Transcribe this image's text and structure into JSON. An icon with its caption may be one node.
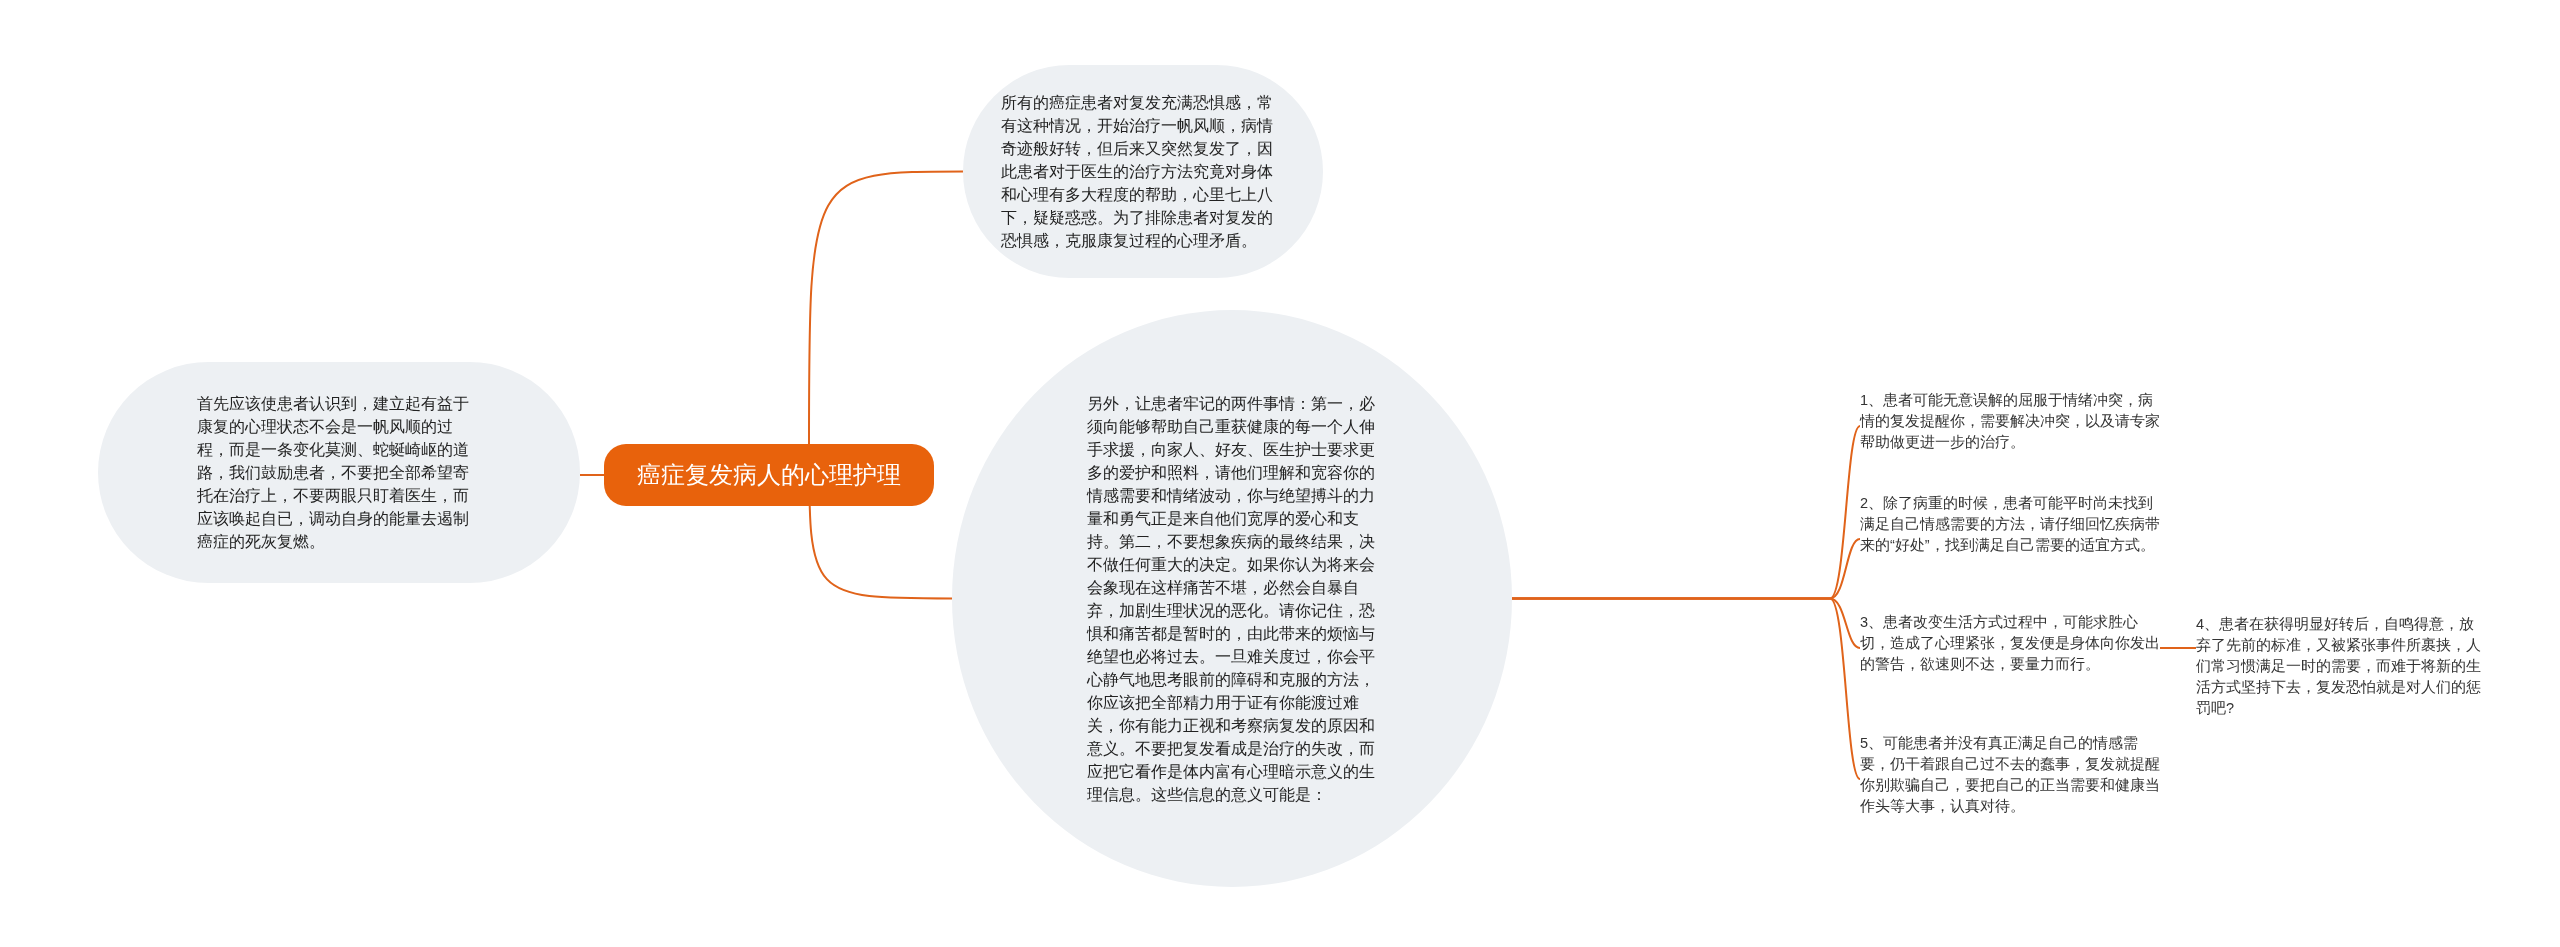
{
  "diagram": {
    "nodes": [
      {
        "text": [
          "癌症复发病人的心理护理"
        ]
      },
      {
        "text": [
          "首先应该使患者认识到，建立起有益于康复的心理状态不会是一帆风顺的过程，而是一条变化莫测、蛇蜒崎岖的道路，我们鼓励患者，不要把全部希望寄托在治疗上，不要两眼只盯着医生，而应该唤起自已，调动自身的能量去遏制癌症的死灰复燃。"
        ]
      },
      {
        "text": [
          "所有的癌症患者对复发充满恐惧感，常有这种情况，开始治疗一帆风顺，病情奇迹般好转，但后来又突然复发了，因此患者对于医生的治疗方法究竟对身体和心理有多大程度的帮助，心里七上八下，疑疑惑惑。为了排除患者对复发的恐惧感，克服康复过程的心理矛盾。"
        ]
      },
      {
        "text": [
          "另外，让患者牢记的两件事情：第一，必须向能够帮助自己重获健康的每一个人伸手求援，向家人、好友、医生护士要求更多的爱护和照料，请他们理解和宽容你的情感需要和情绪波动，你与绝望搏斗的力量和勇气正是来自他们宽厚的爱心和支持。第二，不要想象疾病的最终结果，决不做任何重大的决定。如果你认为将来会会象现在这样痛苦不堪，必然会自暴自弃，加剧生理状况的恶化。请你记住，恐惧和痛苦都是暂时的，由此带来的烦恼与绝望也必将过去。一旦难关度过，你会平心静气地思考眼前的障碍和克服的方法，你应该把全部精力用于证有你能渡过难关，你有能力正视和考察病复发的原因和意义。不要把复发看成是治疗的失改，而应把它看作是体内富有心理暗示意义的生理信息。这些信息的意义可能是："
        ]
      },
      {
        "text": [
          "1、患者可能无意误解的屈服于情绪冲突，病情的复发提醒你，需要解决冲突，以及请专家帮助做更进一步的治疗。"
        ]
      },
      {
        "text": [
          "2、除了病重的时候，患者可能平时尚未找到满足自己情感需要的方法，请仔细回忆疾病带来的“好处”，找到满足自己需要的适宜方式。"
        ]
      },
      {
        "text": [
          "3、患者改变生活方式过程中，可能求胜心切，造成了心理紧张，复发便是身体向你发出的警告，欲速则不达，要量力而行。"
        ]
      },
      {
        "text": [
          "5、可能患者并没有真正满足自己的情感需要，仍干着跟自己过不去的蠢事，复发就提醒你别欺骗自己，要把自己的正当需要和健康当作头等大事，认真对待。"
        ]
      },
      {
        "text": [
          "4、患者在获得明显好转后，自鸣得意，放弃了先前的标准，又被紧张事件所裹挟，人们常习惯满足一时的需要，而难于将新的生活方式坚持下去，复发恐怕就是对人们的惩罚吧?"
        ]
      }
    ],
    "edges": [
      {
        "from": 0,
        "to": 1,
        "arrow": "none"
      },
      {
        "from": 0,
        "to": 2,
        "arrow": "none"
      },
      {
        "from": 0,
        "to": 3,
        "arrow": "none"
      },
      {
        "from": 3,
        "to": 4,
        "arrow": "none"
      },
      {
        "from": 3,
        "to": 5,
        "arrow": "none"
      },
      {
        "from": 3,
        "to": 6,
        "arrow": "none"
      },
      {
        "from": 3,
        "to": 7,
        "arrow": "none"
      },
      {
        "from": 6,
        "to": 8,
        "arrow": "none"
      }
    ]
  }
}
